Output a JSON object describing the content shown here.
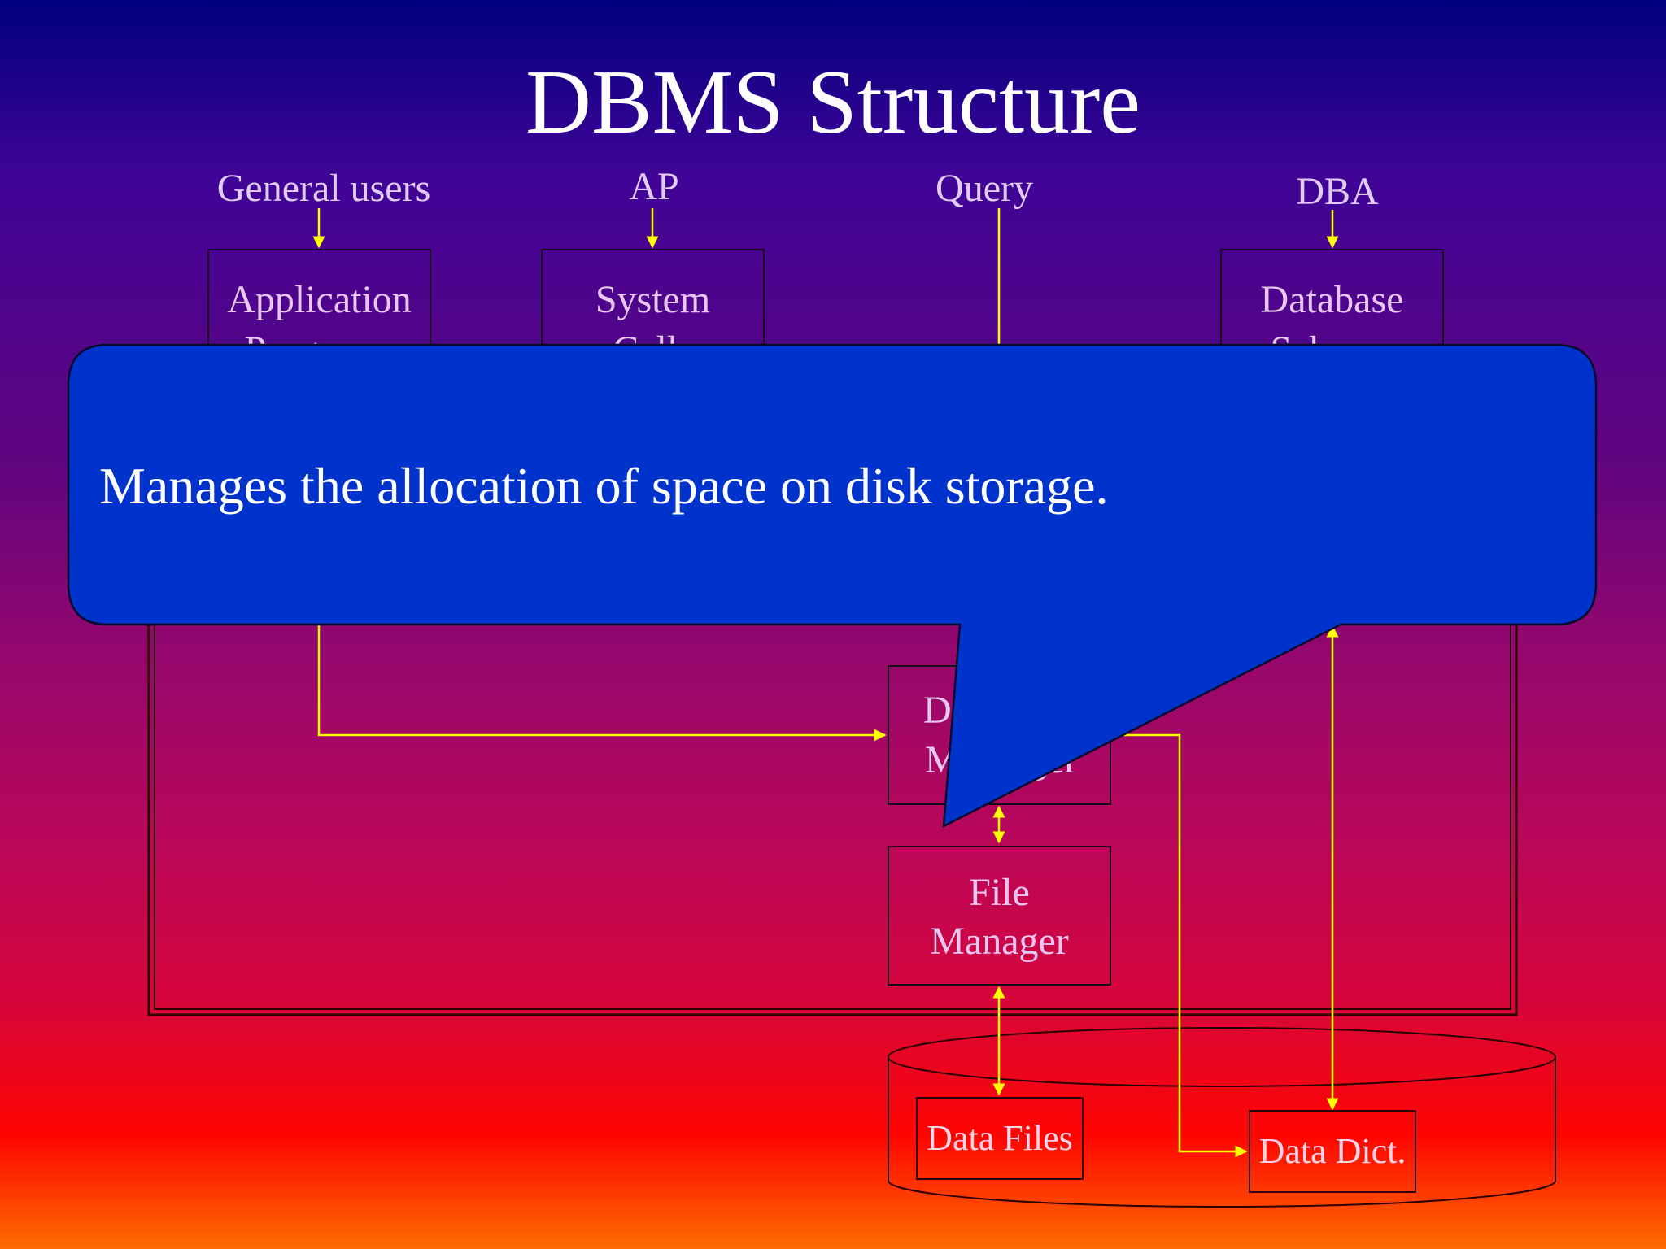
{
  "slide": {
    "title": "DBMS Structure"
  },
  "users": [
    {
      "label": "General users"
    },
    {
      "label": "AP"
    },
    {
      "label": "Query"
    },
    {
      "label": "DBA"
    }
  ],
  "boxes": {
    "application_programs": [
      "Application",
      "Programs"
    ],
    "system_calls": [
      "System",
      "Calls"
    ],
    "database_schema": [
      "Database",
      "Schema"
    ],
    "database_manager_partial": [
      "D",
      "M",
      "ger"
    ],
    "file_manager": [
      "File",
      "Manager"
    ]
  },
  "storage": {
    "data_files": "Data Files",
    "data_dict": "Data Dict."
  },
  "callout": {
    "text": "Manages the allocation of space on disk storage.",
    "fill_color": "#0033cc"
  },
  "colors": {
    "arrow": "#ffff00",
    "title": "#ffffff"
  }
}
